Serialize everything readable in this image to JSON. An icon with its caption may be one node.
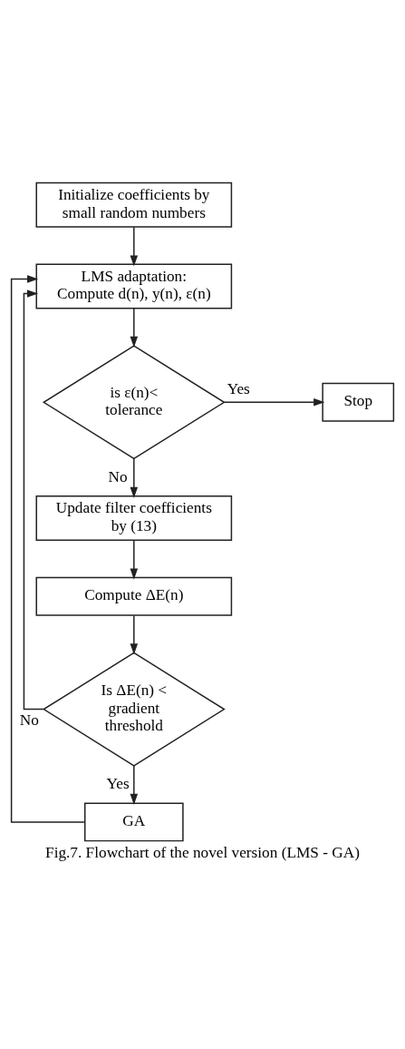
{
  "diagram": {
    "caption": "Fig.7. Flowchart of the novel version (LMS - GA)",
    "nodes": [
      {
        "text": [
          "Initialize coefficients by small random numbers"
        ]
      },
      {
        "text": [
          "LMS adaptation:",
          "Compute d(n), y(n), ε(n)"
        ]
      },
      {
        "text": [
          "is ε(n)< tolerance"
        ]
      },
      {
        "text": [
          "Stop"
        ]
      },
      {
        "text": [
          "Update filter coefficients by (13)"
        ]
      },
      {
        "text": [
          "Compute ΔE(n)"
        ]
      },
      {
        "text": [
          "Is ΔE(n) < gradient threshold"
        ]
      },
      {
        "text": [
          "GA"
        ]
      }
    ],
    "edges": [
      {
        "from": 0,
        "to": 1,
        "arrow": "to"
      },
      {
        "from": 1,
        "to": 2,
        "arrow": "to"
      },
      {
        "from": 2,
        "to": 3,
        "arrow": "to",
        "label": "Yes"
      },
      {
        "from": 2,
        "to": 4,
        "arrow": "to",
        "label": "No"
      },
      {
        "from": 4,
        "to": 5,
        "arrow": "to"
      },
      {
        "from": 5,
        "to": 6,
        "arrow": "to"
      },
      {
        "from": 6,
        "to": 1,
        "arrow": "to",
        "label": "No"
      },
      {
        "from": 6,
        "to": 7,
        "arrow": "to",
        "label": "Yes"
      },
      {
        "from": 7,
        "to": 1,
        "arrow": "to"
      }
    ]
  }
}
